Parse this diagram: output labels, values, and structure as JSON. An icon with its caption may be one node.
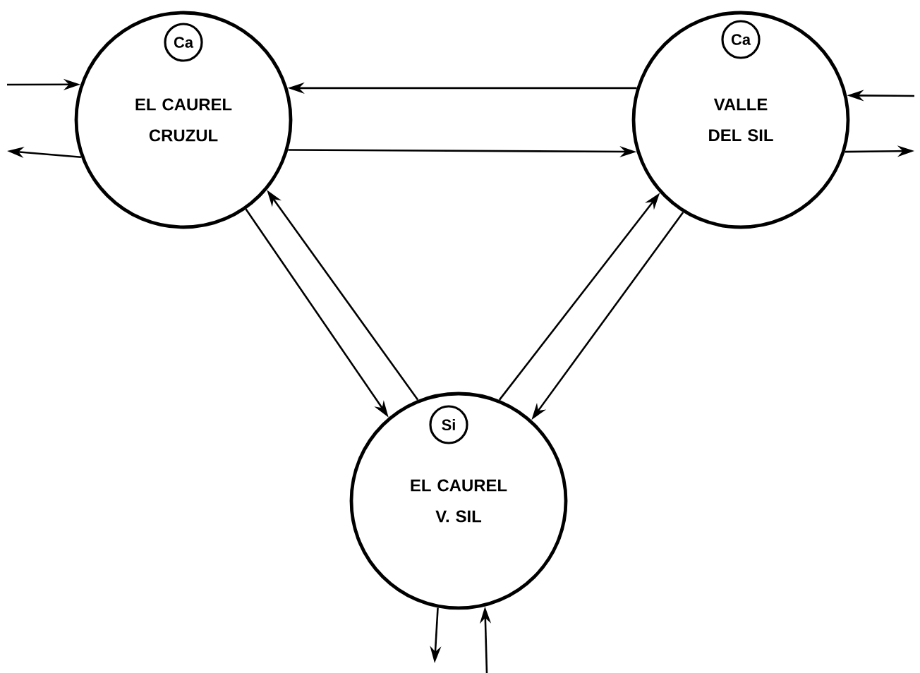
{
  "diagram": {
    "nodes": [
      {
        "text": [
          "EL CAUREL CRUZUL"
        ]
      },
      {
        "text": [
          "Ca"
        ],
        "in": 0
      },
      {
        "text": [
          "VALLE DEL SIL"
        ]
      },
      {
        "text": [
          "Ca"
        ],
        "in": 2
      },
      {
        "text": [
          "EL CAUREL V. SIL"
        ]
      },
      {
        "text": [
          "Si"
        ],
        "in": 4
      }
    ],
    "edges": [
      {
        "from": null,
        "to": 0,
        "arrow": "to"
      },
      {
        "from": 0,
        "to": null,
        "arrow": "to"
      },
      {
        "from": 2,
        "to": 0,
        "arrow": "to"
      },
      {
        "from": 0,
        "to": 2,
        "arrow": "to"
      },
      {
        "from": null,
        "to": 2,
        "arrow": "to"
      },
      {
        "from": 2,
        "to": null,
        "arrow": "to"
      },
      {
        "from": 0,
        "to": 4,
        "arrow": "to"
      },
      {
        "from": 4,
        "to": 0,
        "arrow": "to"
      },
      {
        "from": 4,
        "to": 2,
        "arrow": "to"
      },
      {
        "from": 2,
        "to": 4,
        "arrow": "to"
      },
      {
        "from": 4,
        "to": null,
        "arrow": "to"
      },
      {
        "from": null,
        "to": 4,
        "arrow": "to"
      }
    ]
  }
}
